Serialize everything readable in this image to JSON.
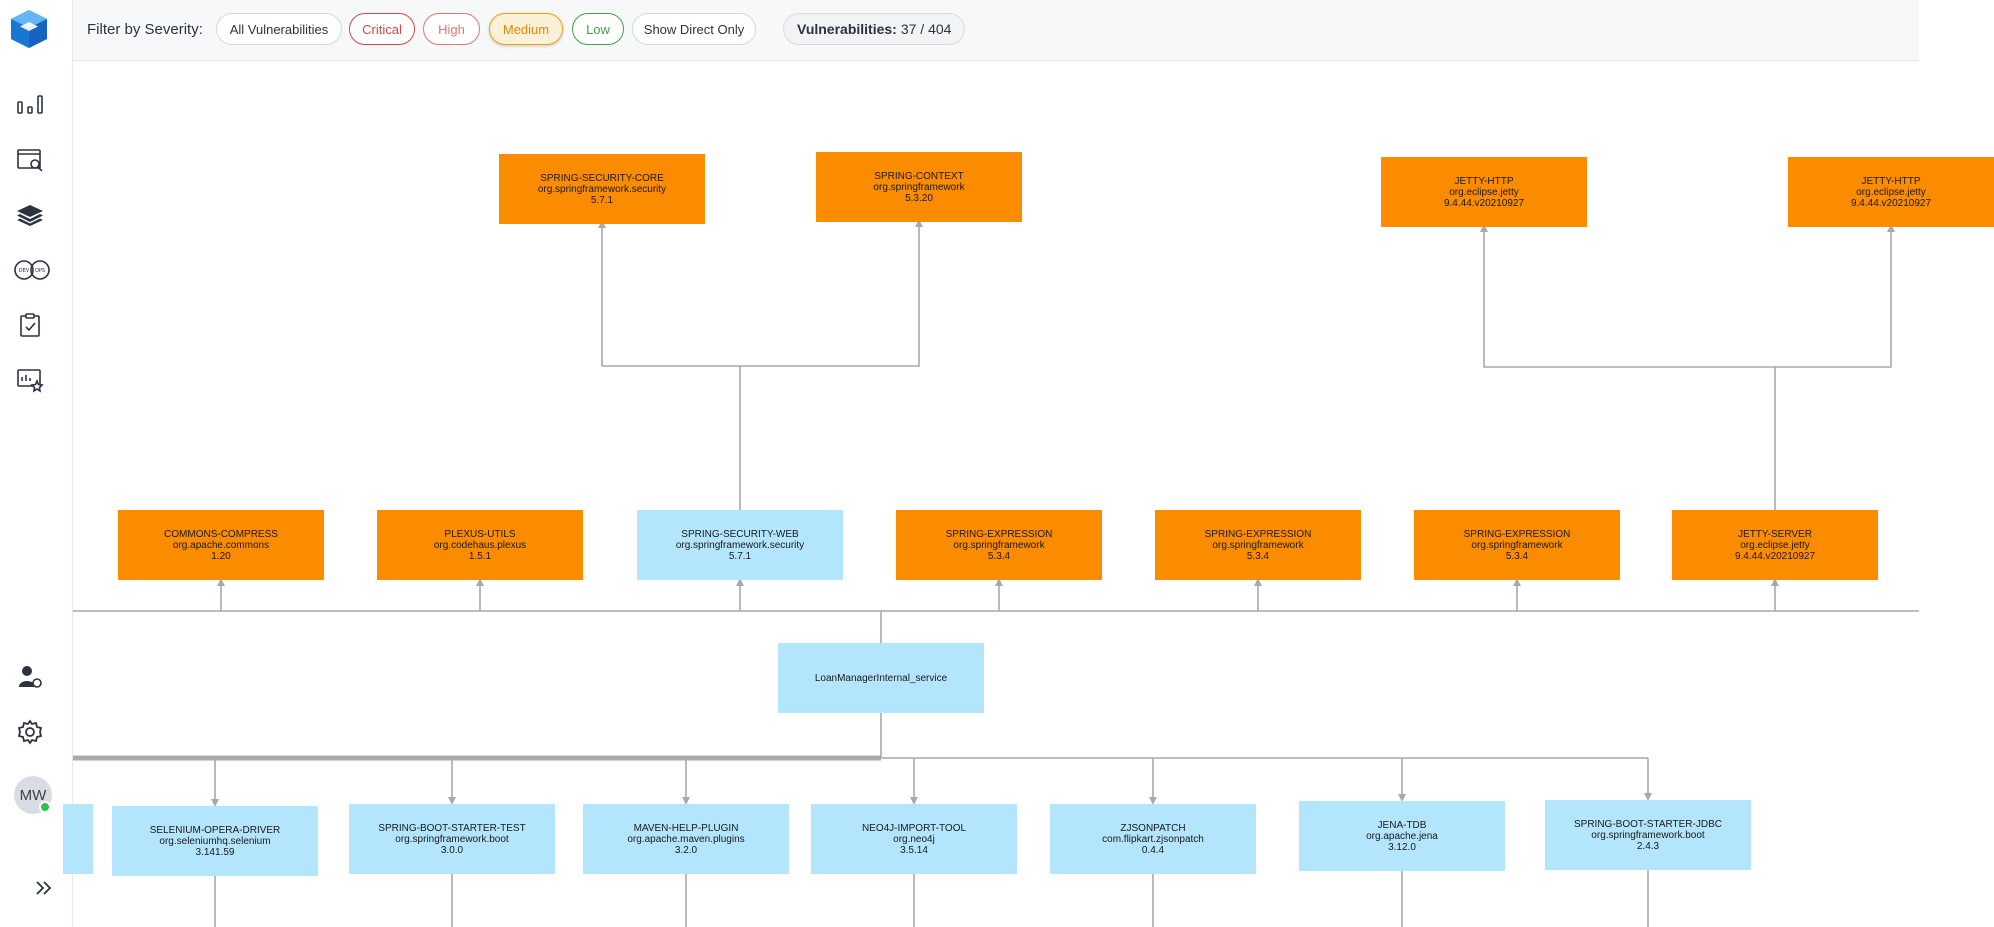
{
  "sidebar": {
    "nav": [
      {
        "icon": "bar-chart-icon"
      },
      {
        "icon": "window-search-icon"
      },
      {
        "icon": "layers-icon"
      },
      {
        "icon": "devops-icon",
        "text": "DEV OPS"
      },
      {
        "icon": "clipboard-check-icon"
      },
      {
        "icon": "report-star-icon"
      }
    ],
    "bottom": [
      {
        "icon": "user-settings-icon"
      },
      {
        "icon": "gear-icon"
      }
    ],
    "avatar": {
      "initials": "MW",
      "status": "online"
    },
    "expand": {
      "icon": "chevron-double-right-icon"
    }
  },
  "filter": {
    "label": "Filter by Severity:",
    "buttons": [
      {
        "id": "all",
        "label": "All Vulnerabilities",
        "color": "#3a4250",
        "active": false
      },
      {
        "id": "critical",
        "label": "Critical",
        "color": "#d64545",
        "active": false
      },
      {
        "id": "high",
        "label": "High",
        "color": "#e57373",
        "active": false
      },
      {
        "id": "medium",
        "label": "Medium",
        "color": "#f59e0b",
        "active": true
      },
      {
        "id": "low",
        "label": "Low",
        "color": "#43a047",
        "active": false
      },
      {
        "id": "direct",
        "label": "Show Direct Only",
        "color": "#3a4250",
        "active": false
      }
    ],
    "count_label": "Vulnerabilities:",
    "count_value": "37 / 404"
  },
  "colors": {
    "vulnerable": "#fb8c00",
    "safe": "#b3e5fc",
    "edge": "#a9a9a9"
  },
  "graph": {
    "nodes": {
      "security_core": {
        "name": "SPRING-SECURITY-CORE",
        "group": "org.springframework.security",
        "version": "5.7.1",
        "status": "vulnerable"
      },
      "context": {
        "name": "SPRING-CONTEXT",
        "group": "org.springframework",
        "version": "5.3.20",
        "status": "vulnerable"
      },
      "jetty_http_1": {
        "name": "JETTY-HTTP",
        "group": "org.eclipse.jetty",
        "version": "9.4.44.v20210927",
        "status": "vulnerable"
      },
      "jetty_http_2": {
        "name": "JETTY-HTTP",
        "group": "org.eclipse.jetty",
        "version": "9.4.44.v20210927",
        "status": "vulnerable"
      },
      "commons_compress": {
        "name": "COMMONS-COMPRESS",
        "group": "org.apache.commons",
        "version": "1.20",
        "status": "vulnerable"
      },
      "plexus_utils": {
        "name": "PLEXUS-UTILS",
        "group": "org.codehaus.plexus",
        "version": "1.5.1",
        "status": "vulnerable"
      },
      "security_web": {
        "name": "SPRING-SECURITY-WEB",
        "group": "org.springframework.security",
        "version": "5.7.1",
        "status": "safe"
      },
      "expression_1": {
        "name": "SPRING-EXPRESSION",
        "group": "org.springframework",
        "version": "5.3.4",
        "status": "vulnerable"
      },
      "expression_2": {
        "name": "SPRING-EXPRESSION",
        "group": "org.springframework",
        "version": "5.3.4",
        "status": "vulnerable"
      },
      "expression_3": {
        "name": "SPRING-EXPRESSION",
        "group": "org.springframework",
        "version": "5.3.4",
        "status": "vulnerable"
      },
      "jetty_server": {
        "name": "JETTY-SERVER",
        "group": "org.eclipse.jetty",
        "version": "9.4.44.v20210927",
        "status": "vulnerable"
      },
      "root": {
        "name": "LoanManagerInternal_service",
        "group": "",
        "version": "",
        "status": "safe"
      },
      "selenium": {
        "name": "SELENIUM-OPERA-DRIVER",
        "group": "org.seleniumhq.selenium",
        "version": "3.141.59",
        "status": "safe"
      },
      "boot_test": {
        "name": "SPRING-BOOT-STARTER-TEST",
        "group": "org.springframework.boot",
        "version": "3.0.0",
        "status": "safe"
      },
      "maven_help": {
        "name": "MAVEN-HELP-PLUGIN",
        "group": "org.apache.maven.plugins",
        "version": "3.2.0",
        "status": "safe"
      },
      "neo4j": {
        "name": "NEO4J-IMPORT-TOOL",
        "group": "org.neo4j",
        "version": "3.5.14",
        "status": "safe"
      },
      "zjsonpatch": {
        "name": "ZJSONPATCH",
        "group": "com.flipkart.zjsonpatch",
        "version": "0.4.4",
        "status": "safe"
      },
      "jena_tdb": {
        "name": "JENA-TDB",
        "group": "org.apache.jena",
        "version": "3.12.0",
        "status": "safe"
      },
      "boot_jdbc": {
        "name": "SPRING-BOOT-STARTER-JDBC",
        "group": "org.springframework.boot",
        "version": "2.4.3",
        "status": "safe"
      }
    }
  }
}
